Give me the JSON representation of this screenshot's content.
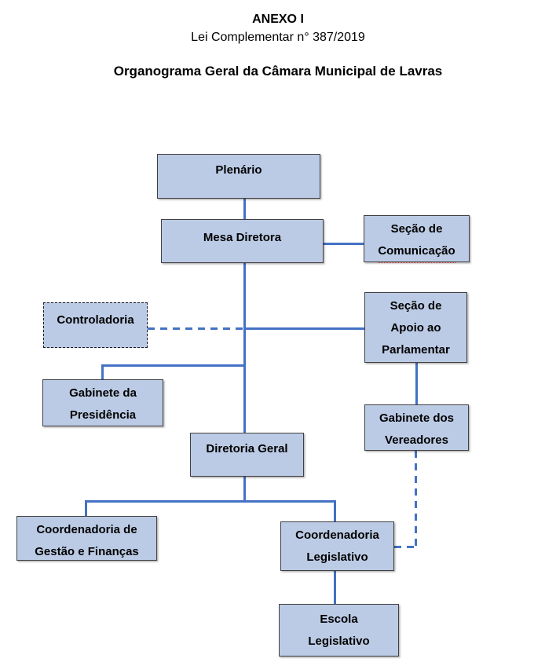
{
  "header": {
    "title": "ANEXO I",
    "subtitle": "Lei Complementar n° 387/2019",
    "chart_title": "Organograma Geral da Câmara Municipal de Lavras"
  },
  "nodes": {
    "plenario": {
      "lines": [
        "Plenário"
      ]
    },
    "mesa_diretora": {
      "lines": [
        "Mesa Diretora"
      ]
    },
    "secao_comunicacao": {
      "lines": [
        "Seção de",
        "Comunicação"
      ]
    },
    "controladoria": {
      "lines": [
        "Controladoria"
      ]
    },
    "secao_apoio": {
      "lines": [
        "Seção de",
        "Apoio ao",
        "Parlamentar"
      ]
    },
    "gabinete_presidencia": {
      "lines": [
        "Gabinete da",
        "Presidência"
      ]
    },
    "gabinete_vereadores": {
      "lines": [
        "Gabinete dos",
        "Vereadores"
      ]
    },
    "diretoria_geral": {
      "lines": [
        "Diretoria Geral"
      ]
    },
    "coord_gestao": {
      "lines": [
        "Coordenadoria de",
        "Gestão e Finanças"
      ]
    },
    "coord_legislativo": {
      "lines": [
        "Coordenadoria",
        "Legislativo"
      ]
    },
    "escola_legislativo": {
      "lines": [
        "Escola",
        "Legislativo"
      ]
    }
  },
  "edges": [
    {
      "from": "plenario",
      "to": "mesa_diretora",
      "style": "solid"
    },
    {
      "from": "mesa_diretora",
      "to": "secao_comunicacao",
      "style": "solid"
    },
    {
      "from": "mesa_diretora",
      "to": "diretoria_geral",
      "style": "solid"
    },
    {
      "from": "controladoria",
      "to": "mesa_diretora",
      "style": "dashed"
    },
    {
      "from": "mesa_diretora",
      "to": "secao_apoio",
      "style": "solid"
    },
    {
      "from": "mesa_diretora",
      "to": "gabinete_presidencia",
      "style": "solid"
    },
    {
      "from": "secao_apoio",
      "to": "gabinete_vereadores",
      "style": "solid"
    },
    {
      "from": "gabinete_vereadores",
      "to": "coord_legislativo",
      "style": "dashed"
    },
    {
      "from": "diretoria_geral",
      "to": "coord_gestao",
      "style": "solid"
    },
    {
      "from": "diretoria_geral",
      "to": "coord_legislativo",
      "style": "solid"
    },
    {
      "from": "coord_legislativo",
      "to": "escola_legislativo",
      "style": "solid"
    }
  ],
  "colors": {
    "box_fill": "#bccbe5",
    "box_border": "#404040",
    "connector": "#4472c4",
    "spellcheck_underline": "#e03c3c",
    "text": "#000000"
  }
}
